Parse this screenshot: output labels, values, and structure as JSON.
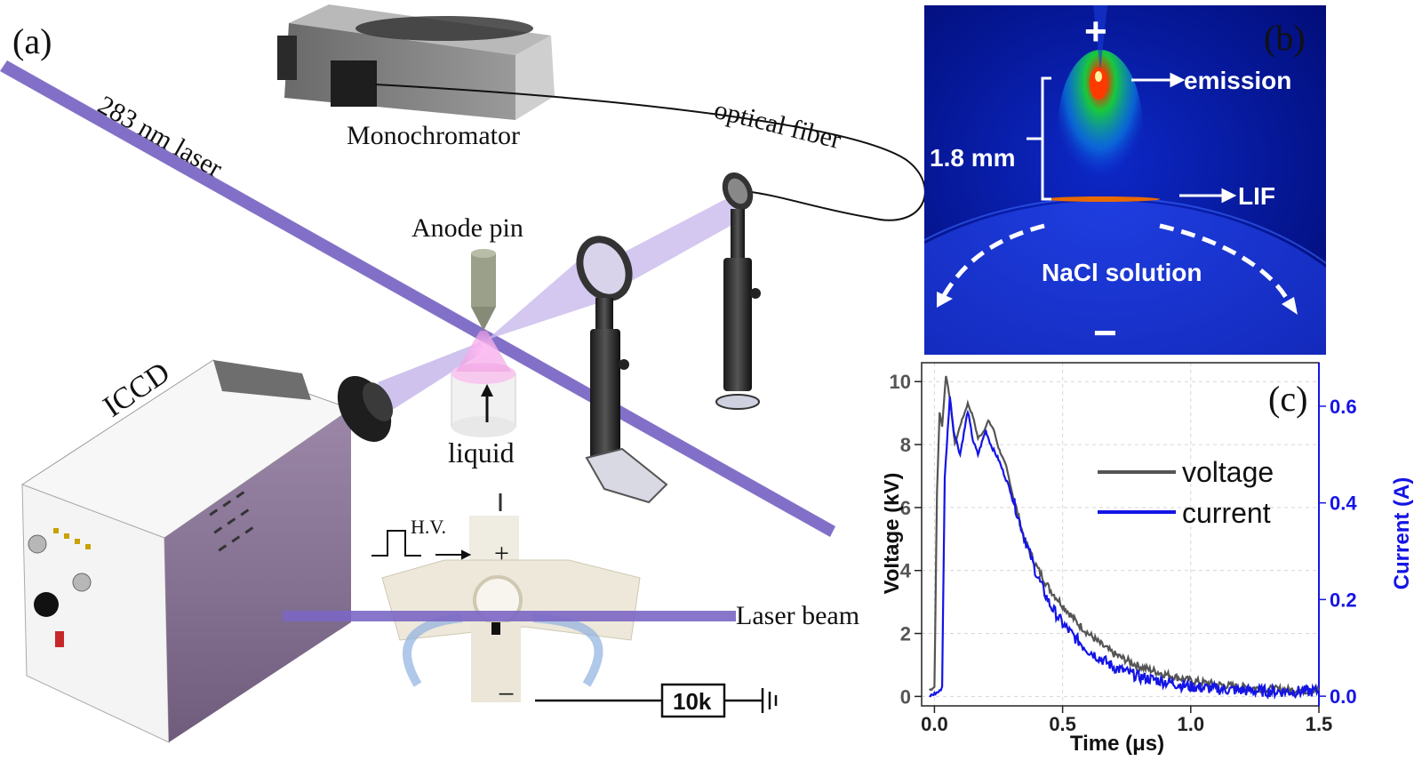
{
  "panel_a": {
    "tag": "(a)",
    "labels": {
      "monochromator": "Monochromator",
      "laser": "283 nm laser",
      "fiber": "optical fiber",
      "anode": "Anode pin",
      "iccd": "ICCD",
      "liquid": "liquid",
      "hv": "H.V.",
      "plus": "+",
      "minus": "−",
      "laser_beam": "Laser beam",
      "resistor": "10k"
    },
    "colors": {
      "laser": "#7a68c2",
      "plasma": "#f2a6e6",
      "body": "#8e7898"
    }
  },
  "panel_b": {
    "tag": "(b)",
    "plus": "+",
    "minus": "−",
    "emission": "emission",
    "lif": "LIF",
    "distance": "1.8 mm",
    "solution": "NaCl solution",
    "colors": {
      "background": "#0a19a0",
      "glow": "#ff3a00"
    }
  },
  "panel_c": {
    "tag": "(c)",
    "chart_data": {
      "type": "line",
      "xlabel": "Time (μs)",
      "ylabel_left": "Voltage (kV)",
      "ylabel_right": "Current (A)",
      "xlim": [
        -0.05,
        1.5
      ],
      "ylim_left": [
        -0.3,
        10.6
      ],
      "ylim_right": [
        -0.02,
        0.69
      ],
      "x_ticks": [
        "0.0",
        "0.5",
        "1.0",
        "1.5"
      ],
      "y_ticks_left": [
        "0",
        "2",
        "4",
        "6",
        "8",
        "10"
      ],
      "y_ticks_right": [
        "0.0",
        "0.2",
        "0.4",
        "0.6"
      ],
      "grid": true,
      "legend_position": "top-right",
      "series": [
        {
          "name": "voltage",
          "axis": "left",
          "color": "#555555",
          "points": [
            [
              -0.02,
              0.2
            ],
            [
              0.0,
              0.3
            ],
            [
              0.01,
              6.5
            ],
            [
              0.02,
              9.0
            ],
            [
              0.03,
              8.6
            ],
            [
              0.045,
              10.2
            ],
            [
              0.06,
              9.5
            ],
            [
              0.08,
              8.0
            ],
            [
              0.1,
              8.6
            ],
            [
              0.13,
              9.3
            ],
            [
              0.15,
              8.9
            ],
            [
              0.17,
              8.2
            ],
            [
              0.19,
              8.4
            ],
            [
              0.21,
              8.75
            ],
            [
              0.23,
              8.5
            ],
            [
              0.25,
              7.9
            ],
            [
              0.28,
              7.3
            ],
            [
              0.3,
              6.6
            ],
            [
              0.35,
              5.0
            ],
            [
              0.4,
              4.1
            ],
            [
              0.45,
              3.4
            ],
            [
              0.5,
              2.9
            ],
            [
              0.55,
              2.4
            ],
            [
              0.6,
              2.0
            ],
            [
              0.65,
              1.65
            ],
            [
              0.7,
              1.35
            ],
            [
              0.8,
              0.95
            ],
            [
              0.9,
              0.7
            ],
            [
              1.0,
              0.5
            ],
            [
              1.1,
              0.38
            ],
            [
              1.2,
              0.3
            ],
            [
              1.3,
              0.24
            ],
            [
              1.4,
              0.2
            ],
            [
              1.5,
              0.18
            ]
          ]
        },
        {
          "name": "current",
          "axis": "right",
          "color": "#1414e6",
          "points": [
            [
              -0.02,
              0.0
            ],
            [
              0.0,
              0.005
            ],
            [
              0.02,
              0.01
            ],
            [
              0.03,
              0.02
            ],
            [
              0.04,
              0.45
            ],
            [
              0.06,
              0.62
            ],
            [
              0.075,
              0.55
            ],
            [
              0.1,
              0.5
            ],
            [
              0.13,
              0.59
            ],
            [
              0.15,
              0.53
            ],
            [
              0.17,
              0.5
            ],
            [
              0.2,
              0.55
            ],
            [
              0.22,
              0.52
            ],
            [
              0.25,
              0.49
            ],
            [
              0.3,
              0.42
            ],
            [
              0.35,
              0.33
            ],
            [
              0.4,
              0.25
            ],
            [
              0.45,
              0.19
            ],
            [
              0.5,
              0.15
            ],
            [
              0.55,
              0.12
            ],
            [
              0.6,
              0.095
            ],
            [
              0.7,
              0.06
            ],
            [
              0.8,
              0.04
            ],
            [
              0.9,
              0.03
            ],
            [
              1.0,
              0.02
            ],
            [
              1.1,
              0.015
            ],
            [
              1.2,
              0.012
            ],
            [
              1.3,
              0.01
            ],
            [
              1.4,
              0.01
            ],
            [
              1.5,
              0.01
            ]
          ]
        }
      ]
    }
  }
}
